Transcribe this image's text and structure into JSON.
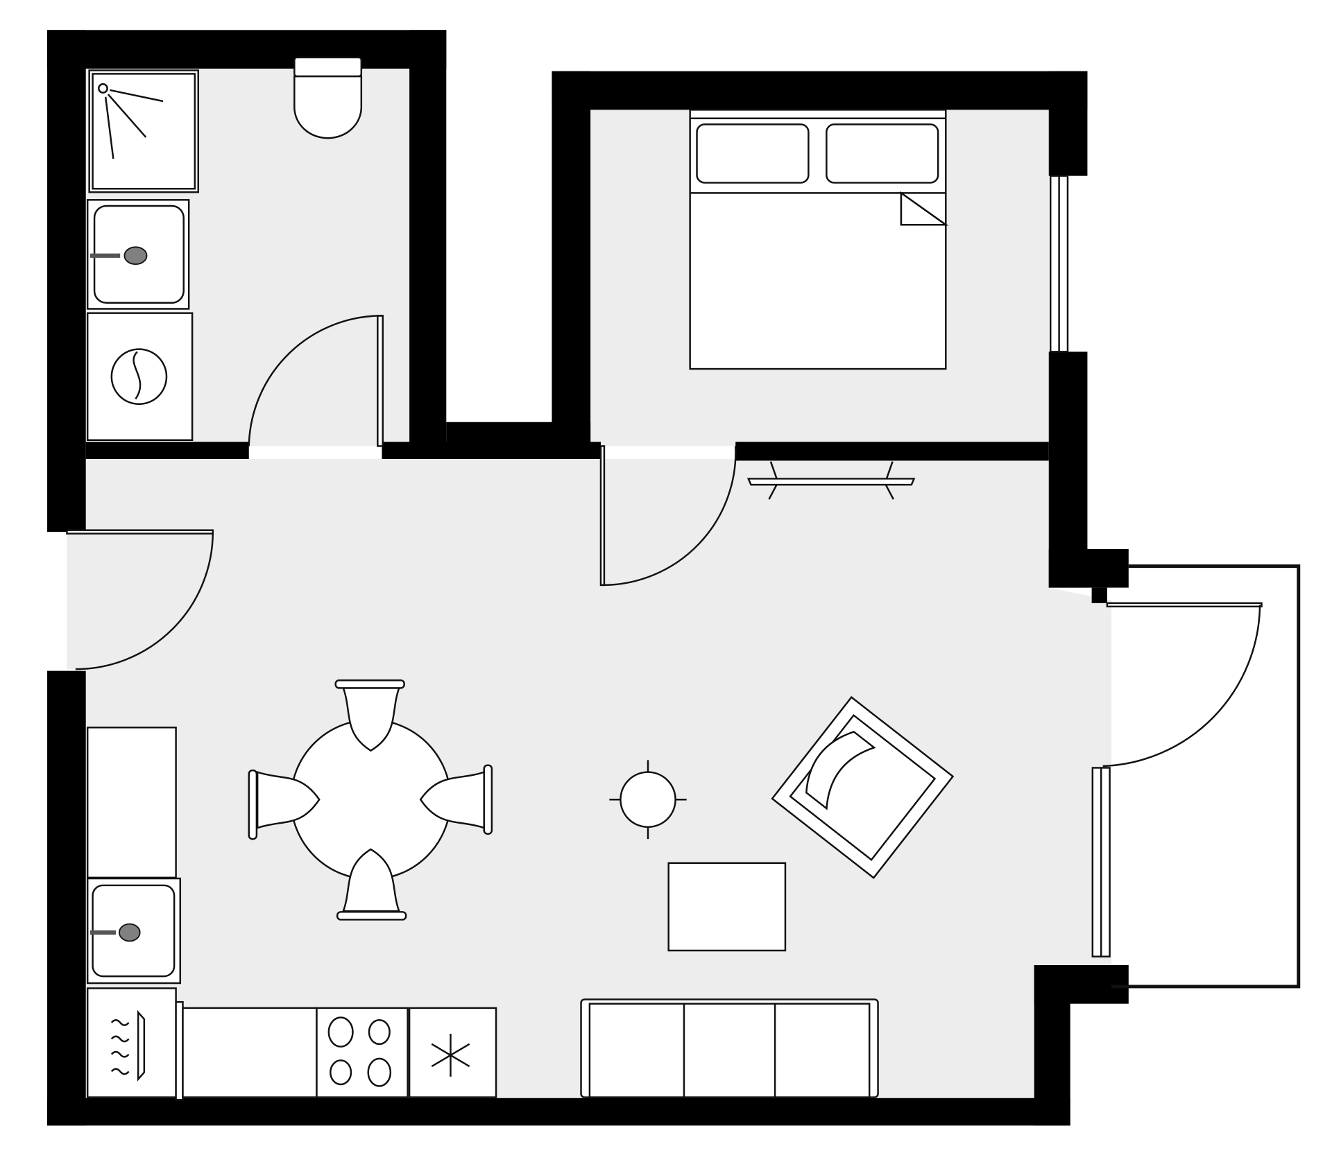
{
  "plan": {
    "colors": {
      "wall": "#000000",
      "floor": "#ededee",
      "furniture": "#ffffff",
      "line": "#111111",
      "fixture": "#808080"
    },
    "rooms": [
      "bathroom",
      "bedroom",
      "living-kitchen",
      "balcony"
    ],
    "icons": [
      "shower-icon",
      "toilet-icon",
      "sink-icon",
      "washing-machine-icon",
      "bed-icon",
      "dining-table-icon",
      "armchair-icon",
      "sofa-icon",
      "stove-icon",
      "fridge-icon",
      "oven-icon",
      "coffee-table-icon",
      "side-table-icon",
      "shelf-icon"
    ]
  }
}
